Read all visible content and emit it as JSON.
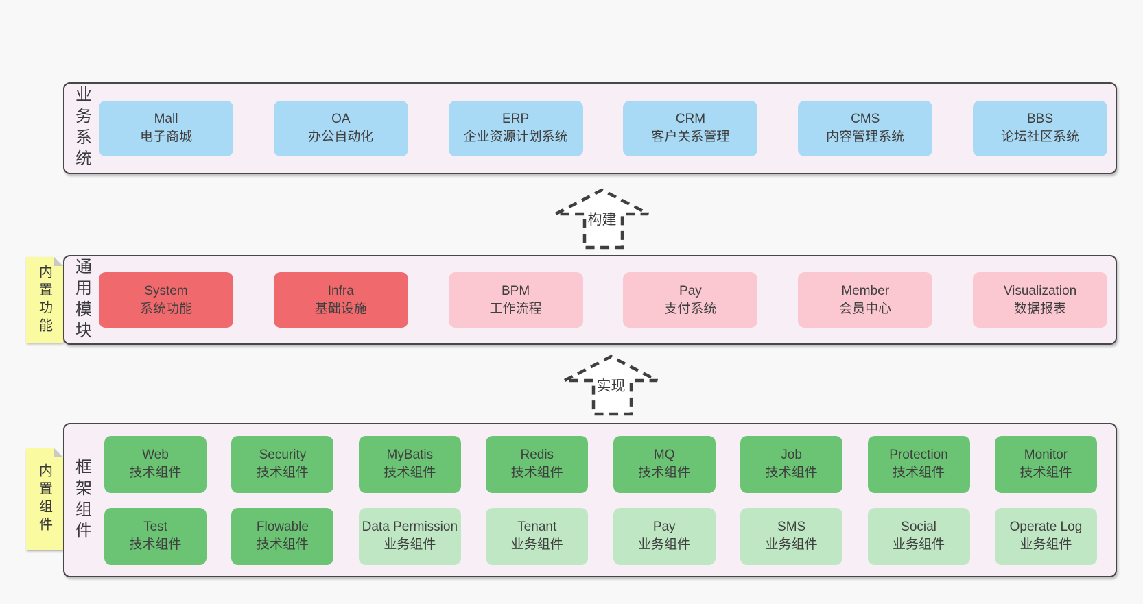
{
  "colors": {
    "page_bg": "#f8f8f8",
    "band_bg": "#f7eef6",
    "band_border": "#474747",
    "box_blue": "#a9daf5",
    "box_red": "#f0696d",
    "box_pink": "#fbc7d0",
    "box_green": "#6ac474",
    "box_green_light": "#bfe7c3",
    "sticky_bg": "#fafaa0",
    "sticky_fold": "#c9c9c9",
    "arrow_stroke": "#3f3f3f",
    "text": "#3d3d3d"
  },
  "stickies": [
    {
      "label": "内置功能"
    },
    {
      "label": "内置组件"
    }
  ],
  "arrows": [
    {
      "label": "构建"
    },
    {
      "label": "实现"
    }
  ],
  "bands": [
    {
      "label": "业务系统",
      "rows": [
        [
          {
            "en": "Mall",
            "zh": "电子商城",
            "color": "blue"
          },
          {
            "en": "OA",
            "zh": "办公自动化",
            "color": "blue"
          },
          {
            "en": "ERP",
            "zh": "企业资源计划系统",
            "color": "blue"
          },
          {
            "en": "CRM",
            "zh": "客户关系管理",
            "color": "blue"
          },
          {
            "en": "CMS",
            "zh": "内容管理系统",
            "color": "blue"
          },
          {
            "en": "BBS",
            "zh": "论坛社区系统",
            "color": "blue"
          }
        ]
      ]
    },
    {
      "label": "通用模块",
      "rows": [
        [
          {
            "en": "System",
            "zh": "系统功能",
            "color": "red"
          },
          {
            "en": "Infra",
            "zh": "基础设施",
            "color": "red"
          },
          {
            "en": "BPM",
            "zh": "工作流程",
            "color": "pink"
          },
          {
            "en": "Pay",
            "zh": "支付系统",
            "color": "pink"
          },
          {
            "en": "Member",
            "zh": "会员中心",
            "color": "pink"
          },
          {
            "en": "Visualization",
            "zh": "数据报表",
            "color": "pink"
          }
        ]
      ]
    },
    {
      "label": "框架组件",
      "rows": [
        [
          {
            "en": "Web",
            "zh": "技术组件",
            "color": "green"
          },
          {
            "en": "Security",
            "zh": "技术组件",
            "color": "green"
          },
          {
            "en": "MyBatis",
            "zh": "技术组件",
            "color": "green"
          },
          {
            "en": "Redis",
            "zh": "技术组件",
            "color": "green"
          },
          {
            "en": "MQ",
            "zh": "技术组件",
            "color": "green"
          },
          {
            "en": "Job",
            "zh": "技术组件",
            "color": "green"
          },
          {
            "en": "Protection",
            "zh": "技术组件",
            "color": "green"
          },
          {
            "en": "Monitor",
            "zh": "技术组件",
            "color": "green"
          }
        ],
        [
          {
            "en": "Test",
            "zh": "技术组件",
            "color": "green"
          },
          {
            "en": "Flowable",
            "zh": "技术组件",
            "color": "green"
          },
          {
            "en": "Data Permission",
            "zh": "业务组件",
            "color": "green-light"
          },
          {
            "en": "Tenant",
            "zh": "业务组件",
            "color": "green-light"
          },
          {
            "en": "Pay",
            "zh": "业务组件",
            "color": "green-light"
          },
          {
            "en": "SMS",
            "zh": "业务组件",
            "color": "green-light"
          },
          {
            "en": "Social",
            "zh": "业务组件",
            "color": "green-light"
          },
          {
            "en": "Operate Log",
            "zh": "业务组件",
            "color": "green-light"
          }
        ]
      ]
    }
  ]
}
